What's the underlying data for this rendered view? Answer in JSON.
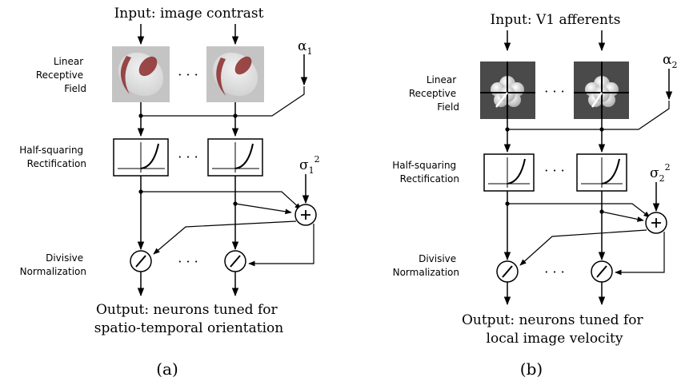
{
  "panel_a": {
    "input_label": "Input: image contrast",
    "stage_linear": [
      "Linear",
      "Receptive",
      "Field"
    ],
    "stage_rect": [
      "Half-squaring",
      "Rectification"
    ],
    "stage_norm": [
      "Divisive",
      "Normalization"
    ],
    "output_line1": "Output: neurons tuned for",
    "output_line2": "spatio-temporal orientation",
    "alpha": "α",
    "alpha_sub": "1",
    "sigma": "σ",
    "sigma_sub": "1",
    "sigma_sup": "2",
    "ellipsis": "· · ·",
    "caption": "(a)"
  },
  "panel_b": {
    "input_label": "Input: V1 afferents",
    "stage_linear": [
      "Linear",
      "Receptive",
      "Field"
    ],
    "stage_rect": [
      "Half-squaring",
      "Rectification"
    ],
    "stage_norm": [
      "Divisive",
      "Normalization"
    ],
    "output_line1": "Output: neurons tuned for",
    "output_line2": "local image velocity",
    "alpha": "α",
    "alpha_sub": "2",
    "sigma": "σ",
    "sigma_sub": "2",
    "sigma_sup": "2",
    "ellipsis": "· · ·",
    "caption": "(b)"
  },
  "colors": {
    "line": "#000000",
    "rf_gray_bg": "#c8c8c8",
    "rf_dark_bg": "#4a4a4a"
  }
}
